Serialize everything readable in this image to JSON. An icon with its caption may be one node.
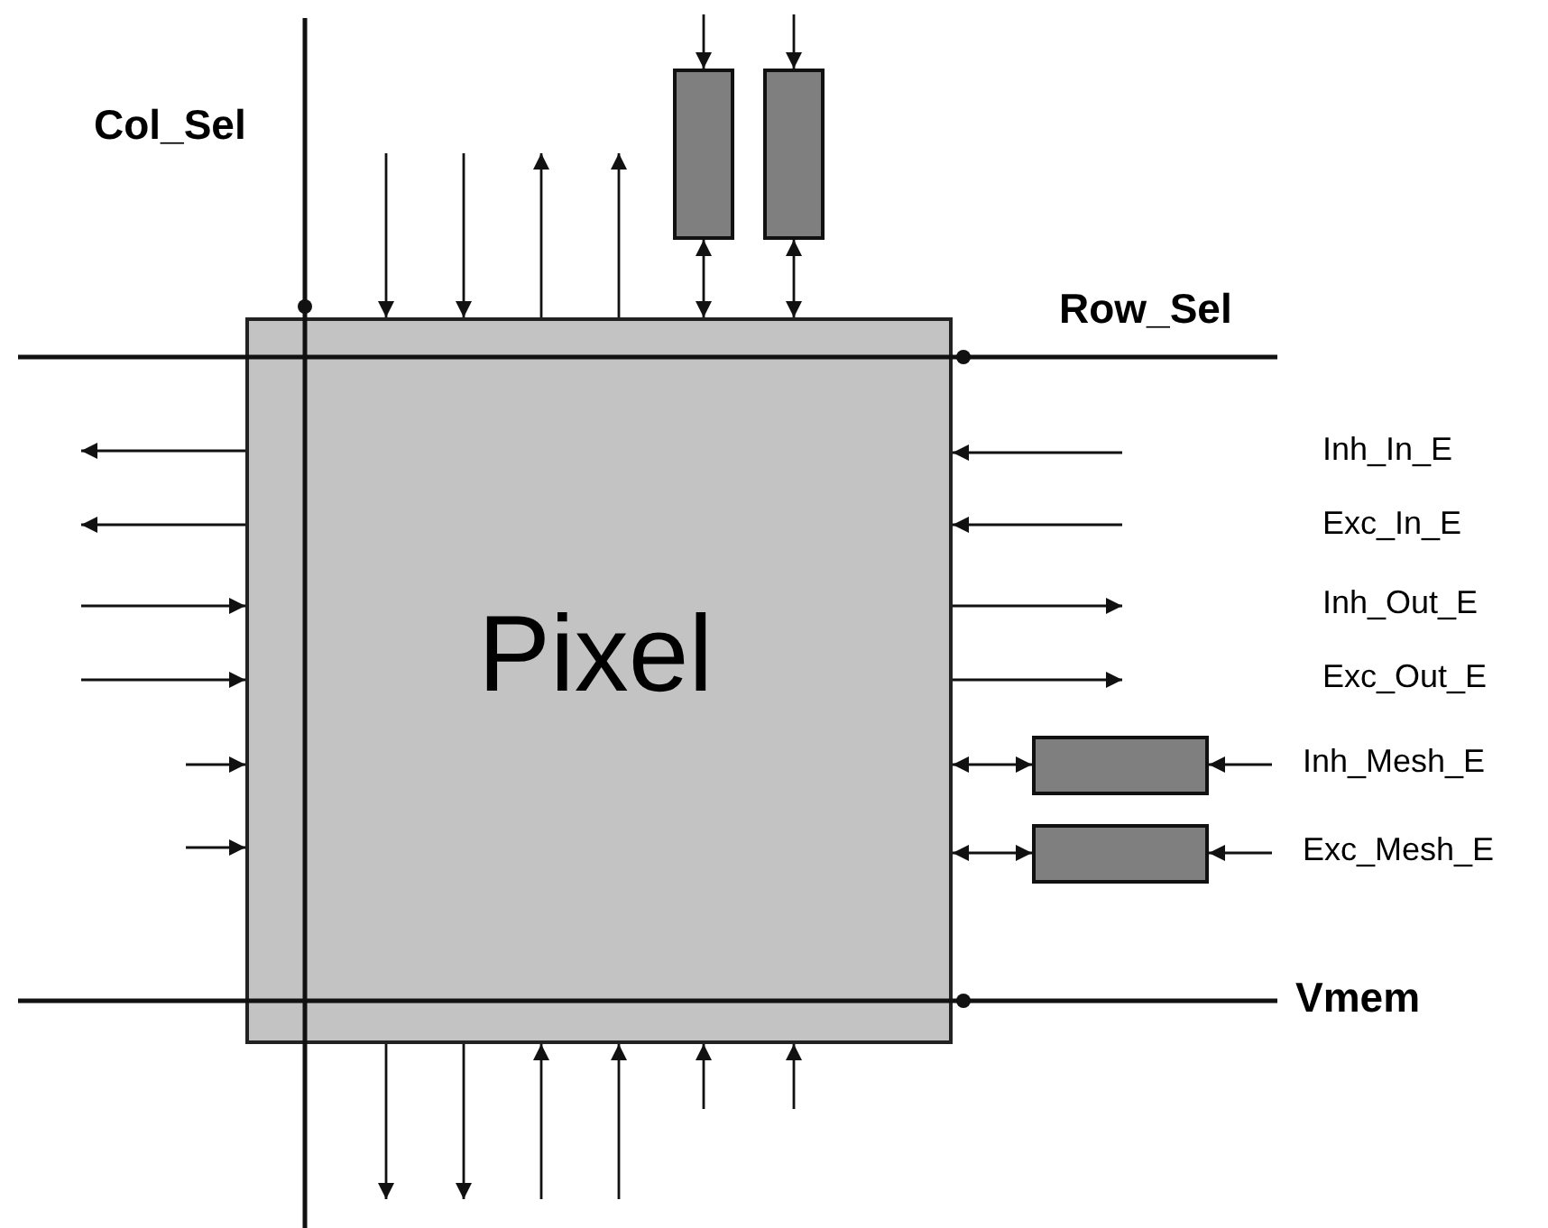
{
  "diagram": {
    "nodes": [
      {
        "text": [
          "Pixel"
        ]
      },
      {
        "text": [],
        "shape": "box"
      },
      {
        "text": [],
        "shape": "box"
      },
      {
        "text": [],
        "shape": "box"
      },
      {
        "text": [],
        "shape": "box"
      }
    ],
    "edges": [
      {
        "from": null,
        "to": 0,
        "arrow": "to"
      },
      {
        "from": null,
        "to": 0,
        "arrow": "to"
      },
      {
        "from": 0,
        "to": null,
        "arrow": "to"
      },
      {
        "from": 0,
        "to": null,
        "arrow": "to"
      },
      {
        "from": null,
        "to": 1,
        "arrow": "to"
      },
      {
        "from": null,
        "to": 2,
        "arrow": "to"
      },
      {
        "from": 1,
        "to": 0,
        "arrow": "both"
      },
      {
        "from": 2,
        "to": 0,
        "arrow": "both"
      },
      {
        "from": 0,
        "to": null,
        "arrow": "to"
      },
      {
        "from": 0,
        "to": null,
        "arrow": "to"
      },
      {
        "from": null,
        "to": 0,
        "arrow": "to"
      },
      {
        "from": null,
        "to": 0,
        "arrow": "to"
      },
      {
        "from": null,
        "to": 0,
        "arrow": "to"
      },
      {
        "from": null,
        "to": 0,
        "arrow": "to"
      },
      {
        "from": null,
        "to": 0,
        "arrow": "to"
      },
      {
        "from": null,
        "to": 0,
        "arrow": "to"
      },
      {
        "from": 0,
        "to": null,
        "arrow": "to"
      },
      {
        "from": 0,
        "to": null,
        "arrow": "to"
      },
      {
        "from": 0,
        "to": 3,
        "arrow": "both"
      },
      {
        "from": null,
        "to": 3,
        "arrow": "to"
      },
      {
        "from": 0,
        "to": 4,
        "arrow": "both"
      },
      {
        "from": null,
        "to": 4,
        "arrow": "to"
      },
      {
        "from": 0,
        "to": null,
        "arrow": "to"
      },
      {
        "from": 0,
        "to": null,
        "arrow": "to"
      },
      {
        "from": null,
        "to": 0,
        "arrow": "to"
      },
      {
        "from": null,
        "to": 0,
        "arrow": "to"
      },
      {
        "from": null,
        "to": 0,
        "arrow": "to"
      },
      {
        "from": null,
        "to": 0,
        "arrow": "to"
      }
    ],
    "labels": [
      "Col_Sel",
      "Row_Sel",
      "Inh_In_E",
      "Exc_In_E",
      "Inh_Out_E",
      "Exc_Out_E",
      "Inh_Mesh_E",
      "Exc_Mesh_E",
      "Vmem"
    ]
  }
}
